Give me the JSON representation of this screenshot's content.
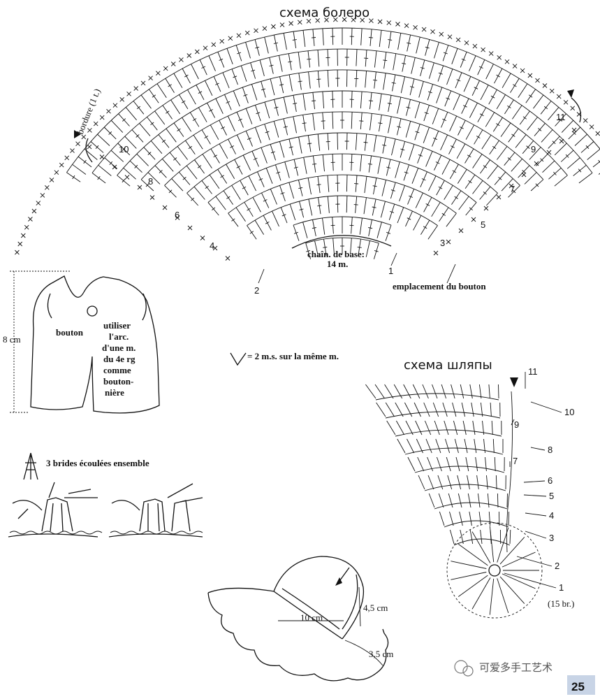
{
  "bolero": {
    "title": "схема болеро",
    "border_label": "bordure (1 t.)",
    "base_chain": "chaîn. de base:",
    "base_count": "14 m.",
    "button_place": "emplacement du bouton",
    "row_numbers_right": [
      "1",
      "3",
      "5",
      "7",
      "9",
      "11"
    ],
    "row_numbers_left": [
      "2",
      "4",
      "6",
      "8",
      "10"
    ]
  },
  "vest": {
    "height": "8 cm",
    "button": "bouton",
    "buttonhole_note": [
      "utiliser",
      "l'arc.",
      "d'une m.",
      "du 4e rg",
      "comme",
      "bouton-",
      "nière"
    ]
  },
  "legend": {
    "v_symbol_text": "= 2 m.s. sur la même m.",
    "tr3_text": "3 brides écoulées ensemble"
  },
  "hat": {
    "title": "схема шляпы",
    "row_numbers": [
      "11",
      "10",
      "9",
      "8",
      "7",
      "6",
      "5",
      "4",
      "3",
      "2",
      "1"
    ],
    "start_note": "(15 br.)",
    "dim_height": "4,5 cm",
    "dim_width": "10 cm",
    "dim_brim": "3,5 cm"
  },
  "footer": {
    "watermark": "可爱多手工艺术",
    "page": "25"
  }
}
